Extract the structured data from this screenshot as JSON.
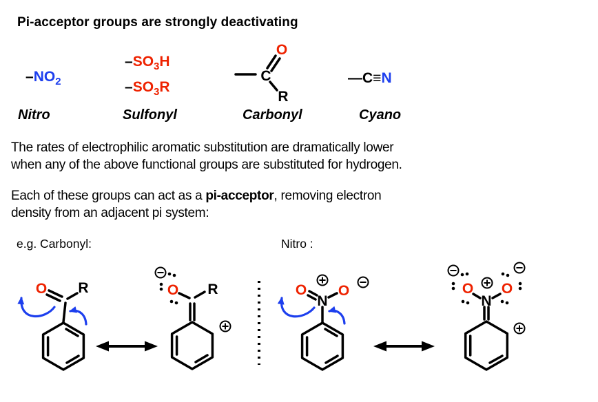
{
  "title": "Pi-acceptor groups are strongly deactivating",
  "colors": {
    "red": "#ee2200",
    "blue": "#1d3fee",
    "black": "#000000",
    "background": "#ffffff"
  },
  "groups": {
    "nitro": {
      "dash": "–",
      "main": "NO",
      "sub": "2",
      "label": "Nitro"
    },
    "sulfonyl": {
      "dash": "–",
      "main": "SO",
      "sub": "3",
      "suffix1": "H",
      "suffix2": "R",
      "label": "Sulfonyl"
    },
    "carbonyl": {
      "label": "Carbonyl"
    },
    "cyano": {
      "dash": "—",
      "c": "C",
      "triple": "≡",
      "n": "N",
      "label": "Cyano"
    }
  },
  "atoms": {
    "o": "O",
    "r": "R",
    "c": "C",
    "n": "N"
  },
  "body": {
    "p1_l1": "The rates of electrophilic aromatic substitution are dramatically lower",
    "p1_l2": "when any of the above functional groups are substituted for hydrogen.",
    "p2_pre": "Each of these groups can act as a ",
    "p2_bold": "pi-acceptor",
    "p2_post": ", removing electron",
    "p2_l2": "density from an adjacent pi system:"
  },
  "examples": {
    "carbonyl": "e.g. Carbonyl:",
    "nitro": "Nitro :"
  }
}
